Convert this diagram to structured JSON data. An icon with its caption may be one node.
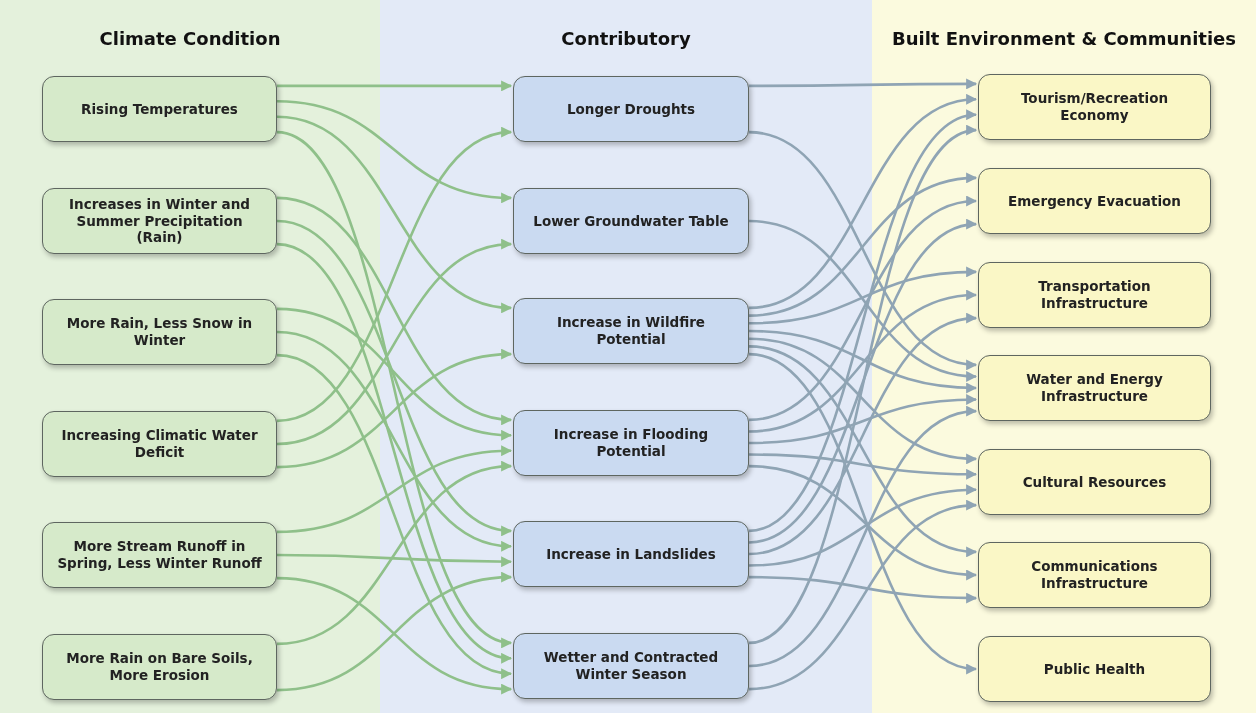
{
  "diagram": {
    "nodes": [
      {
        "text": [
          "Climate Condition"
        ]
      },
      {
        "text": [
          "Rising Temperatures"
        ],
        "in": 0
      },
      {
        "text": [
          "Increases in Winter and Summer Precipitation (Rain)"
        ],
        "in": 0
      },
      {
        "text": [
          "More Rain, Less Snow in Winter"
        ],
        "in": 0
      },
      {
        "text": [
          "Increasing Climatic Water Deficit"
        ],
        "in": 0
      },
      {
        "text": [
          "More Stream Runoff in Spring, Less Winter Runoff"
        ],
        "in": 0
      },
      {
        "text": [
          "More Rain on Bare Soils, More Erosion"
        ],
        "in": 0
      },
      {
        "text": [
          "Contributory"
        ]
      },
      {
        "text": [
          "Longer Droughts"
        ],
        "in": 7
      },
      {
        "text": [
          "Lower Groundwater Table"
        ],
        "in": 7
      },
      {
        "text": [
          "Increase in Wildfire Potential"
        ],
        "in": 7
      },
      {
        "text": [
          "Increase in Flooding Potential"
        ],
        "in": 7
      },
      {
        "text": [
          "Increase in Landslides"
        ],
        "in": 7
      },
      {
        "text": [
          "Wetter and Contracted Winter Season"
        ],
        "in": 7
      },
      {
        "text": [
          "Built Environment & Communities"
        ]
      },
      {
        "text": [
          "Tourism/Recreation Economy"
        ],
        "in": 14
      },
      {
        "text": [
          "Emergency Evacuation"
        ],
        "in": 14
      },
      {
        "text": [
          "Transportation Infrastructure"
        ],
        "in": 14
      },
      {
        "text": [
          "Water and Energy Infrastructure"
        ],
        "in": 14
      },
      {
        "text": [
          "Cultural Resources"
        ],
        "in": 14
      },
      {
        "text": [
          "Communications Infrastructure"
        ],
        "in": 14
      },
      {
        "text": [
          "Public Health"
        ],
        "in": 14
      }
    ],
    "edges": [
      {
        "from": 1,
        "to": 8,
        "arrow": "to",
        "color": "#8fc08a"
      },
      {
        "from": 1,
        "to": 9,
        "arrow": "to",
        "color": "#8fc08a"
      },
      {
        "from": 1,
        "to": 10,
        "arrow": "to",
        "color": "#8fc08a"
      },
      {
        "from": 1,
        "to": 13,
        "arrow": "to",
        "color": "#8fc08a"
      },
      {
        "from": 2,
        "to": 11,
        "arrow": "to",
        "color": "#8fc08a"
      },
      {
        "from": 2,
        "to": 12,
        "arrow": "to",
        "color": "#8fc08a"
      },
      {
        "from": 2,
        "to": 13,
        "arrow": "to",
        "color": "#8fc08a"
      },
      {
        "from": 3,
        "to": 11,
        "arrow": "to",
        "color": "#8fc08a"
      },
      {
        "from": 3,
        "to": 12,
        "arrow": "to",
        "color": "#8fc08a"
      },
      {
        "from": 3,
        "to": 13,
        "arrow": "to",
        "color": "#8fc08a"
      },
      {
        "from": 4,
        "to": 8,
        "arrow": "to",
        "color": "#8fc08a"
      },
      {
        "from": 4,
        "to": 9,
        "arrow": "to",
        "color": "#8fc08a"
      },
      {
        "from": 4,
        "to": 10,
        "arrow": "to",
        "color": "#8fc08a"
      },
      {
        "from": 5,
        "to": 11,
        "arrow": "to",
        "color": "#8fc08a"
      },
      {
        "from": 5,
        "to": 12,
        "arrow": "to",
        "color": "#8fc08a"
      },
      {
        "from": 5,
        "to": 13,
        "arrow": "to",
        "color": "#8fc08a"
      },
      {
        "from": 6,
        "to": 11,
        "arrow": "to",
        "color": "#8fc08a"
      },
      {
        "from": 6,
        "to": 12,
        "arrow": "to",
        "color": "#8fc08a"
      },
      {
        "from": 8,
        "to": 15,
        "arrow": "to"
      },
      {
        "from": 8,
        "to": 18,
        "arrow": "to"
      },
      {
        "from": 9,
        "to": 18,
        "arrow": "to"
      },
      {
        "from": 10,
        "to": 15,
        "arrow": "to"
      },
      {
        "from": 10,
        "to": 16,
        "arrow": "to"
      },
      {
        "from": 10,
        "to": 17,
        "arrow": "to"
      },
      {
        "from": 10,
        "to": 18,
        "arrow": "to"
      },
      {
        "from": 10,
        "to": 19,
        "arrow": "to"
      },
      {
        "from": 10,
        "to": 20,
        "arrow": "to"
      },
      {
        "from": 10,
        "to": 21,
        "arrow": "to"
      },
      {
        "from": 11,
        "to": 16,
        "arrow": "to"
      },
      {
        "from": 11,
        "to": 17,
        "arrow": "to"
      },
      {
        "from": 11,
        "to": 18,
        "arrow": "to"
      },
      {
        "from": 11,
        "to": 19,
        "arrow": "to"
      },
      {
        "from": 11,
        "to": 20,
        "arrow": "to"
      },
      {
        "from": 12,
        "to": 15,
        "arrow": "to"
      },
      {
        "from": 12,
        "to": 16,
        "arrow": "to"
      },
      {
        "from": 12,
        "to": 17,
        "arrow": "to"
      },
      {
        "from": 12,
        "to": 19,
        "arrow": "to"
      },
      {
        "from": 12,
        "to": 20,
        "arrow": "to"
      },
      {
        "from": 13,
        "to": 15,
        "arrow": "to"
      },
      {
        "from": 13,
        "to": 18,
        "arrow": "to"
      },
      {
        "from": 13,
        "to": 19,
        "arrow": "to"
      }
    ]
  }
}
